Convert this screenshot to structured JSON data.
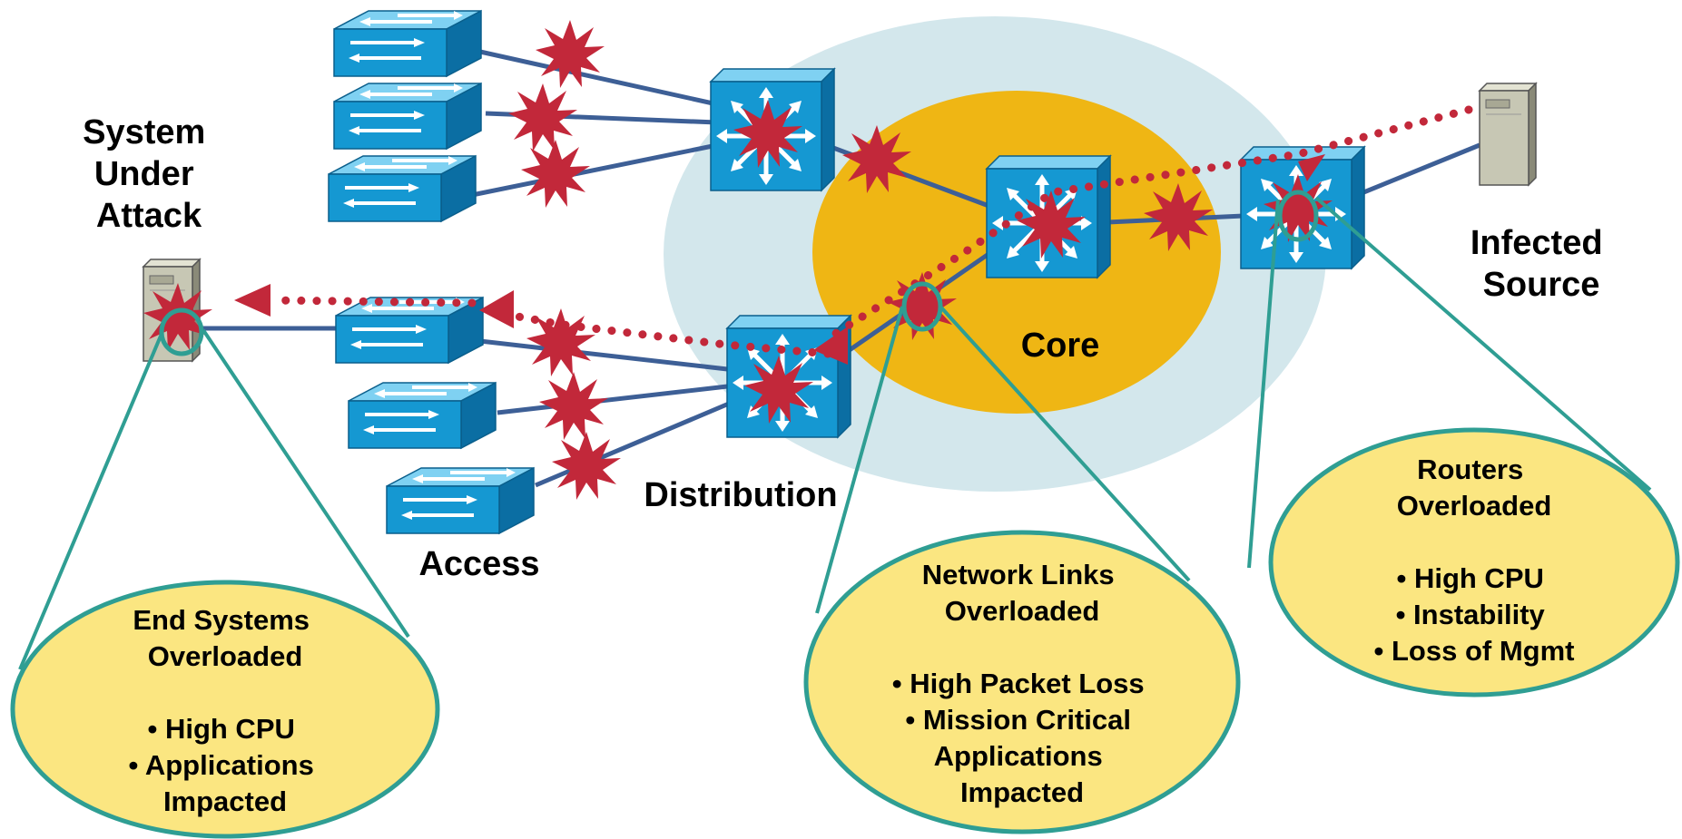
{
  "labels": {
    "system_under_attack": [
      "System",
      "Under",
      "Attack"
    ],
    "infected_source": [
      "Infected",
      "Source"
    ],
    "core": "Core",
    "distribution": "Distribution",
    "access": "Access"
  },
  "callouts": {
    "end_systems": {
      "title": [
        "End Systems",
        "Overloaded"
      ],
      "bullets": [
        "• High CPU",
        "• Applications",
        "Impacted"
      ]
    },
    "network_links": {
      "title": [
        "Network Links",
        "Overloaded"
      ],
      "bullets": [
        "• High Packet Loss",
        "• Mission Critical",
        "Applications",
        "Impacted"
      ]
    },
    "routers": {
      "title": [
        "Routers",
        "Overloaded"
      ],
      "bullets": [
        "• High CPU",
        "• Instability",
        "• Loss of Mgmt"
      ]
    }
  },
  "colors": {
    "outer_zone": "#d3e7ec",
    "core_zone": "#efb614",
    "callout_fill": "#fbe681",
    "callout_stroke": "#2f9e93",
    "device_blue": "#1598d2",
    "link": "#3d5f96",
    "attack": "#c2283a"
  }
}
